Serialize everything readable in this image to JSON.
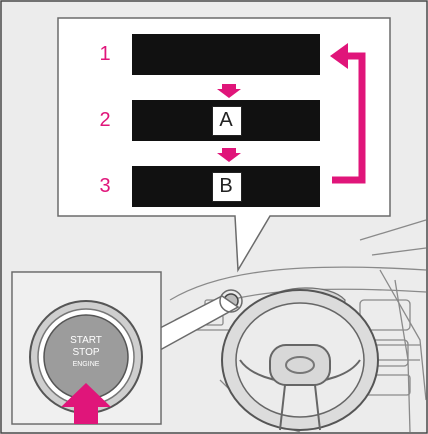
{
  "diagram": {
    "steps": [
      {
        "number": "1",
        "letter": ""
      },
      {
        "number": "2",
        "letter": "A"
      },
      {
        "number": "3",
        "letter": "B"
      }
    ],
    "button_text": [
      "START",
      "STOP",
      "ENGINE"
    ],
    "colors": {
      "accent": "#e0157a",
      "display_bar": "#111111",
      "number_text": "#e0157a",
      "background_gray": "#e9e9e9",
      "callout_border": "#6b6b6b"
    }
  }
}
